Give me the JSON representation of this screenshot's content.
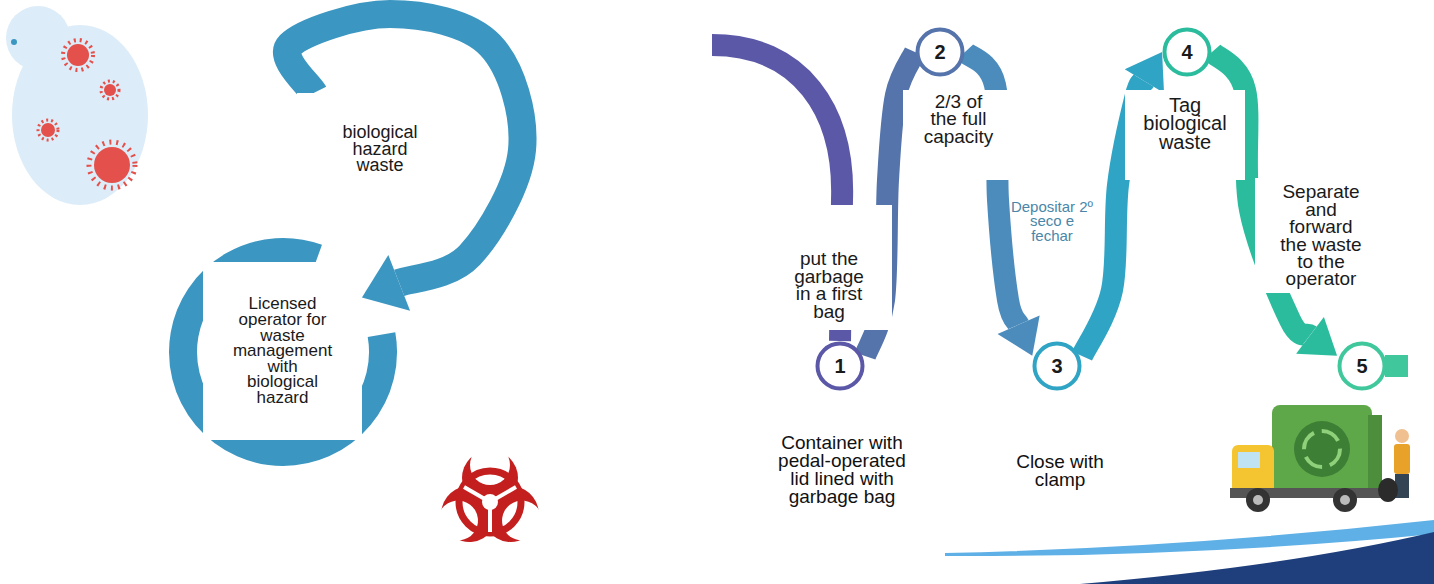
{
  "diagram": {
    "nodes": [
      {
        "text": [
          "biological hazard waste"
        ]
      },
      {
        "text": [
          "Licensed operator for waste management with biological hazard"
        ]
      },
      {
        "text": [
          "1"
        ]
      },
      {
        "text": [
          "put the garbage in a first bag"
        ]
      },
      {
        "text": [
          "2"
        ]
      },
      {
        "text": [
          "2/3 of the full capacity"
        ]
      },
      {
        "text": [
          "3"
        ]
      },
      {
        "text": [
          "4"
        ]
      },
      {
        "text": [
          "Tag biological waste"
        ]
      },
      {
        "text": [
          "5"
        ]
      },
      {
        "text": [
          "Separate and forward the waste to the operator"
        ]
      }
    ],
    "edges": [
      {
        "from": 0,
        "to": 1,
        "arrow": "to"
      },
      {
        "from": 2,
        "to": 4,
        "arrow": "none"
      },
      {
        "from": 4,
        "to": 6,
        "arrow": "to"
      },
      {
        "from": 6,
        "to": 7,
        "arrow": "to"
      },
      {
        "from": 7,
        "to": 9,
        "arrow": "to"
      }
    ],
    "labels": [
      "Depositar 2º seco e fechar",
      "Container with pedal-operated lid lined with garbage bag",
      "Close with clamp"
    ]
  }
}
